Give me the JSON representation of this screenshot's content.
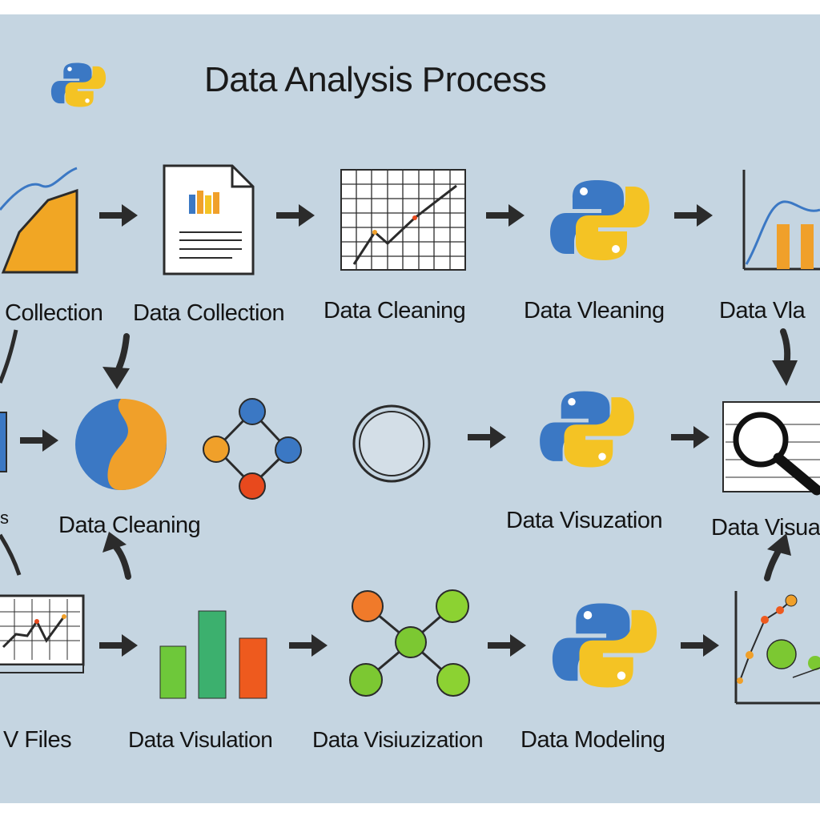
{
  "title": "Data Analysis Process",
  "colors": {
    "background": "#c5d5e1",
    "python_blue": "#3b78c4",
    "python_yellow": "#f4c324",
    "orange": "#f0a02a",
    "red": "#e8491d",
    "green": "#7cc832",
    "arrow": "#2b2b2b"
  },
  "row1": {
    "labels": [
      "Collection",
      "Data Collection",
      "Data Cleaning",
      "Data Vleaning",
      "Data Vla"
    ]
  },
  "row2": {
    "labels": [
      "s",
      "Data Cleaning",
      "Data Visuzation",
      "Data Visua"
    ]
  },
  "row3": {
    "labels": [
      "V Files",
      "Data Visulation",
      "Data Visiuzization",
      "Data Modeling"
    ]
  },
  "icons": {
    "row1": [
      "area-chart-icon",
      "document-icon",
      "grid-chart-icon",
      "python-logo-icon",
      "bar-chart-icon"
    ],
    "row2": [
      "document-edge-icon",
      "pie-icon",
      "graph-network-icon",
      "circle-icon",
      "python-logo-icon",
      "magnifier-icon"
    ],
    "row3": [
      "monitor-chart-icon",
      "bar-chart-icon",
      "network-icon",
      "python-logo-icon",
      "scatter-chart-icon"
    ]
  }
}
